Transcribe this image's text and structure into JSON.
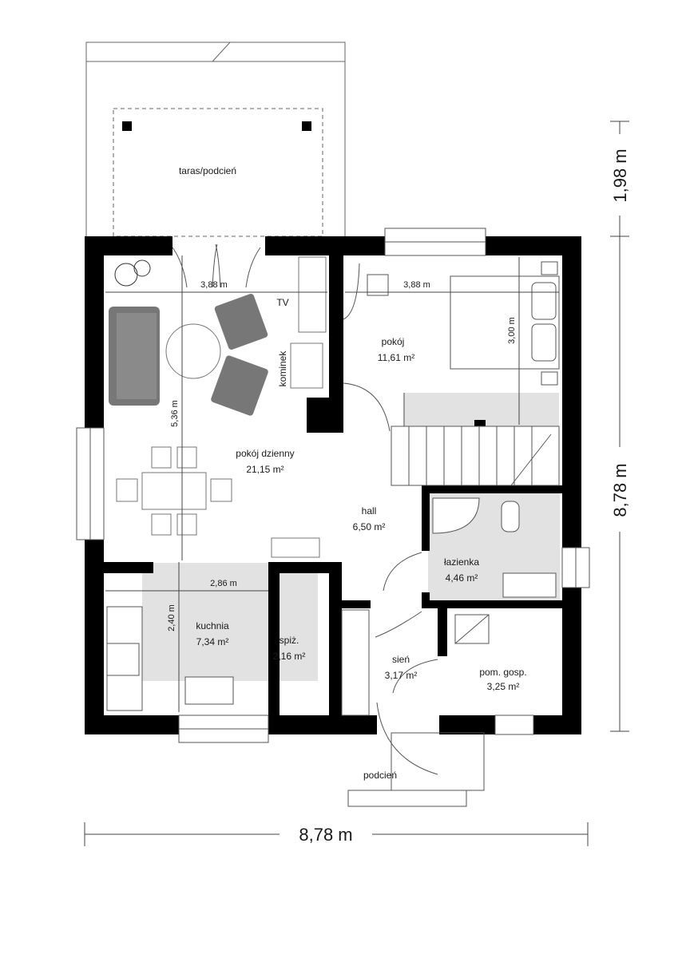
{
  "plan": {
    "rooms": [
      {
        "name": "taras/podcień",
        "area": ""
      },
      {
        "name": "pokój dzienny",
        "area": "21,15 m²"
      },
      {
        "name": "pokój",
        "area": "11,61 m²"
      },
      {
        "name": "hall",
        "area": "6,50 m²"
      },
      {
        "name": "łazienka",
        "area": "4,46 m²"
      },
      {
        "name": "kuchnia",
        "area": "7,34 m²"
      },
      {
        "name": "spiż.",
        "area": "2,16 m²"
      },
      {
        "name": "sień",
        "area": "3,17 m²"
      },
      {
        "name": "pom. gosp.",
        "area": "3,25 m²"
      },
      {
        "name": "podcień",
        "area": ""
      }
    ],
    "labels": {
      "tv": "TV",
      "kominek": "kominek"
    },
    "dimensions": {
      "living_width": "3,88 m",
      "room_width": "3,88 m",
      "room_depth": "3,00 m",
      "living_depth": "5,36 m",
      "kitchen_width": "2,86 m",
      "kitchen_depth": "2,40 m",
      "overall_width": "8,78 m",
      "overall_depth": "8,78 m",
      "terrace_depth": "1,98 m"
    },
    "colors": {
      "wall": "#000000",
      "fill": "#e0e0e0",
      "furniture": "#777777",
      "line": "#555555"
    }
  }
}
